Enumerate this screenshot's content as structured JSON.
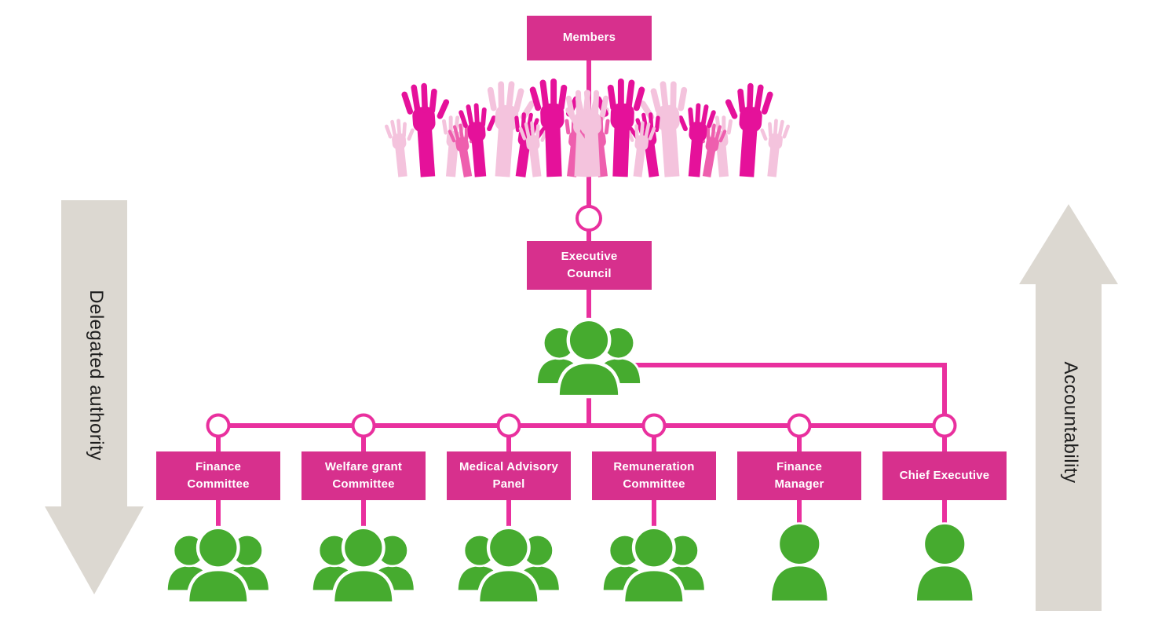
{
  "colors": {
    "background": "#ffffff",
    "box_pink": "#d7308d",
    "line_pink": "#e9309e",
    "box_text": "#ffffff",
    "hand_dark": "#e5119a",
    "hand_mid": "#ee5fae",
    "hand_light": "#f4c3dd",
    "green": "#46ab2f",
    "arrow_gray": "#dcd8d1",
    "arrow_text": "#1f1f1f"
  },
  "org_chart": {
    "members": {
      "label": "Members",
      "icon": "raised-hands"
    },
    "executive_council": {
      "label": "Executive\nCouncil",
      "icon": "people-group"
    },
    "children": [
      {
        "label": "Finance\nCommittee",
        "icon": "people-group"
      },
      {
        "label": "Welfare grant\nCommittee",
        "icon": "people-group"
      },
      {
        "label": "Medical Advisory\nPanel",
        "icon": "people-group"
      },
      {
        "label": "Remuneration\nCommittee",
        "icon": "people-group"
      },
      {
        "label": "Finance\nManager",
        "icon": "person"
      },
      {
        "label": "Chief Executive",
        "icon": "person"
      }
    ]
  },
  "side_arrows": {
    "left": {
      "label": "Delegated authority",
      "direction": "down"
    },
    "right": {
      "label": "Accountability",
      "direction": "up"
    }
  }
}
